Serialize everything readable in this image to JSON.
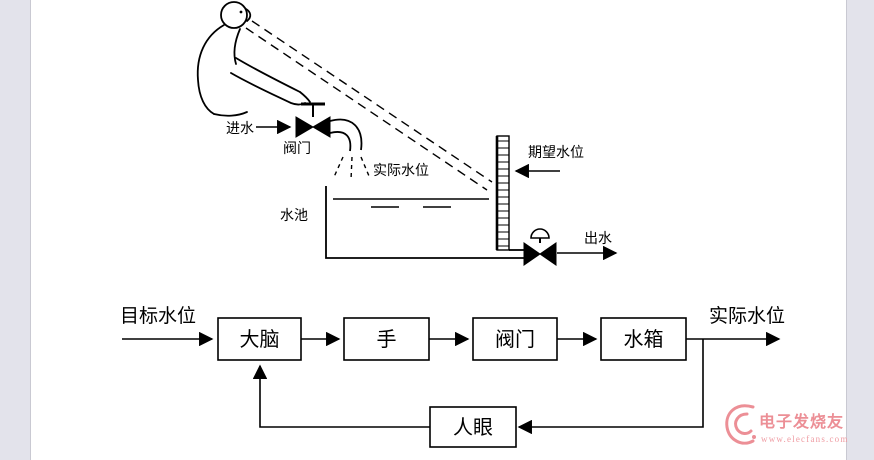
{
  "window": {
    "background_color": "#e3e3eb",
    "paper_color": "#ffffff",
    "line_color": "#000000"
  },
  "diagram": {
    "inlet_label": "进水",
    "valve_label": "阀门",
    "actual_level_label": "实际水位",
    "pool_label": "水池",
    "desired_level_label": "期望水位",
    "outlet_label": "出水"
  },
  "block_diagram": {
    "input_label": "目标水位",
    "output_label": "实际水位",
    "blocks": [
      {
        "label": "大脑"
      },
      {
        "label": "手"
      },
      {
        "label": "阀门"
      },
      {
        "label": "水箱"
      }
    ],
    "feedback_label": "人眼"
  },
  "watermark": {
    "title": "电子发烧友",
    "url": "www.elecfans.com",
    "color": "#ec8f96"
  }
}
